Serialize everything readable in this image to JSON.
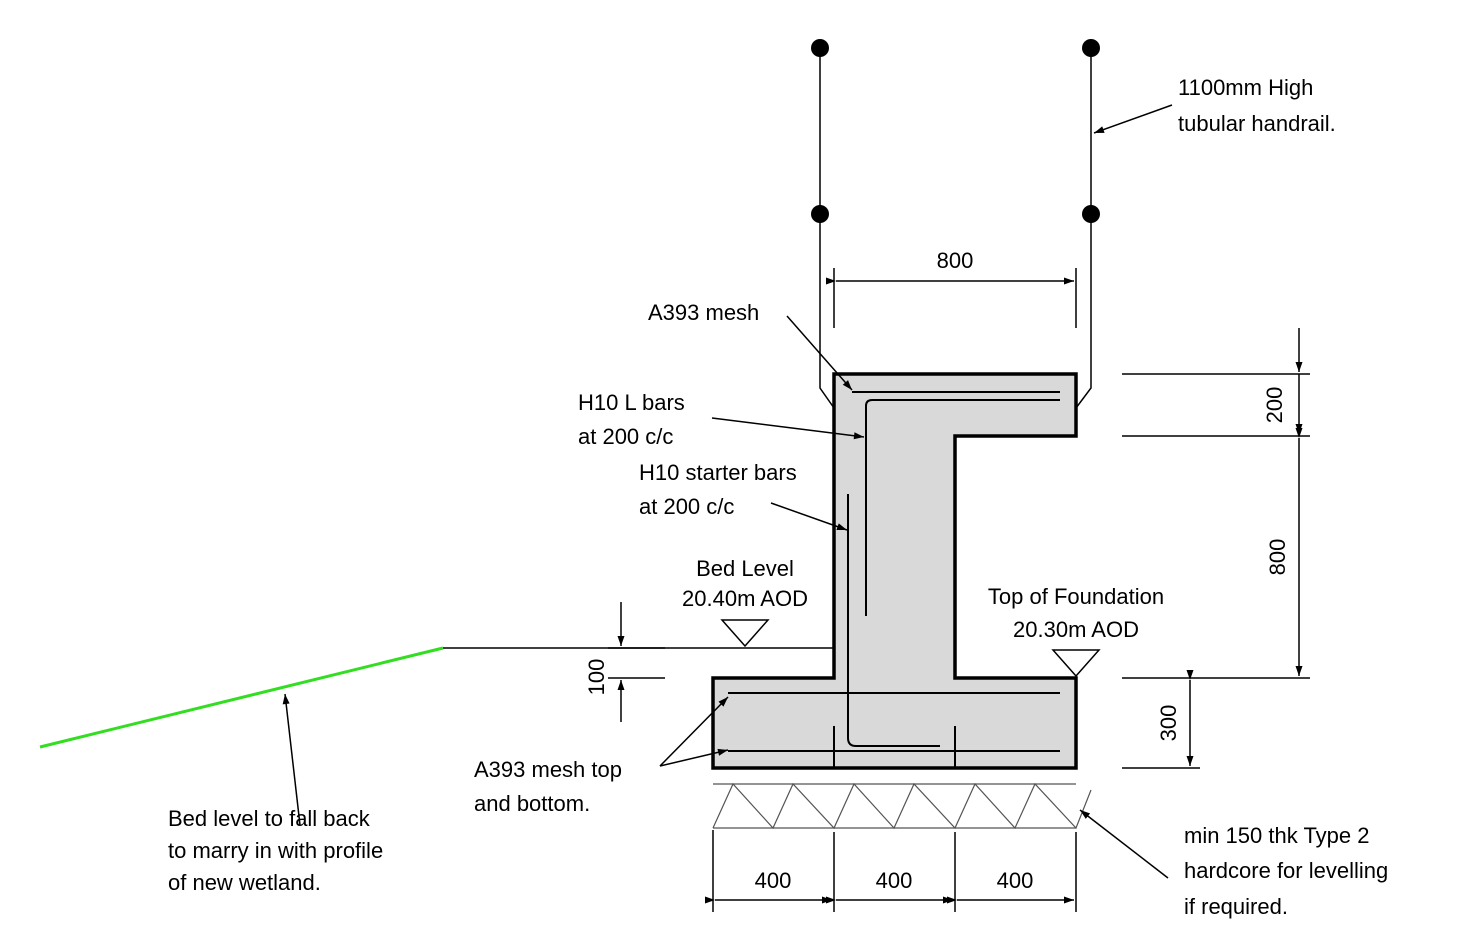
{
  "labels": {
    "handrail_l1": "1100mm High",
    "handrail_l2": "tubular handrail.",
    "a393_mesh": "A393 mesh",
    "h10_l_bars_l1": "H10 L bars",
    "h10_l_bars_l2": "at 200 c/c",
    "h10_starter_l1": "H10 starter bars",
    "h10_starter_l2": "at 200 c/c",
    "bed_level_l1": "Bed Level",
    "bed_level_l2": "20.40m AOD",
    "top_foundation_l1": "Top of Foundation",
    "top_foundation_l2": "20.30m AOD",
    "mesh_tb_l1": "A393 mesh top",
    "mesh_tb_l2": "and bottom.",
    "bed_fall_l1": "Bed level to fall back",
    "bed_fall_l2": "to marry in with profile",
    "bed_fall_l3": "of new wetland.",
    "hardcore_l1": "min 150 thk Type 2",
    "hardcore_l2": "hardcore for levelling",
    "hardcore_l3": "if required."
  },
  "dimensions": {
    "top_width": "800",
    "slab_thickness": "200",
    "wall_height": "800",
    "base_thickness": "300",
    "step": "100",
    "base_left": "400",
    "base_mid": "400",
    "base_right": "400"
  },
  "colors": {
    "concrete": "#d9d9d9",
    "ground_profile": "#33dd22"
  }
}
